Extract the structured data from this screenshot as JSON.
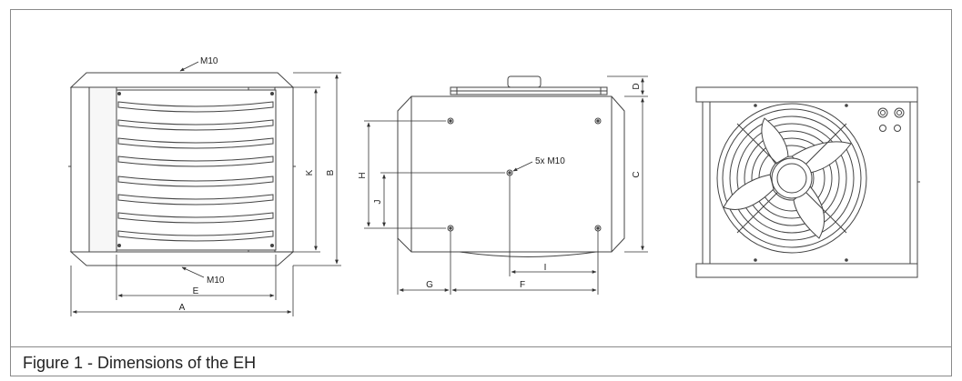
{
  "caption": "Figure 1 - Dimensions of the EH",
  "labels": {
    "m10_top": "M10",
    "m10_bottom": "M10",
    "dim_a": "A",
    "dim_b": "B",
    "dim_k": "K",
    "dim_e": "E",
    "dim_d": "D",
    "dim_c": "C",
    "dim_h": "H",
    "dim_j": "J",
    "dim_g": "G",
    "dim_f": "F",
    "dim_i": "I",
    "holes": "5x M10"
  }
}
